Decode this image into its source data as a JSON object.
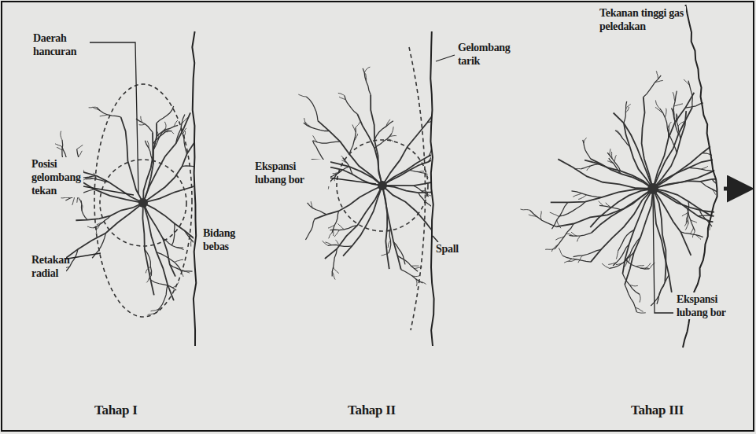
{
  "diagram": {
    "labels": [
      "Daerah hancuran",
      "Posisi gelombang tekan",
      "Retakan radial",
      "Bidang bebas",
      "Tahap I",
      "Ekspansi lubang bor",
      "Gelombang tarik",
      "Spall",
      "Tahap II",
      "Tekanan tinggi gas peledakan",
      "Ekspansi lubang bor",
      "Tahap III"
    ]
  }
}
